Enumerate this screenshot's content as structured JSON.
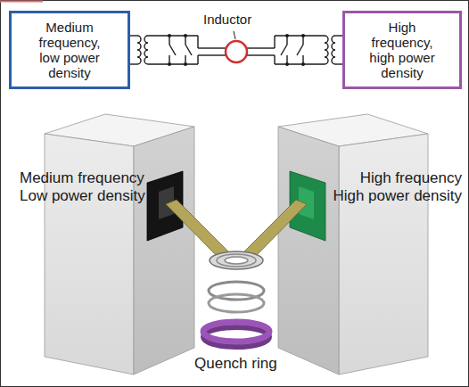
{
  "diagram": {
    "nodes": [
      {
        "text": [
          "Medium frequency, low power density"
        ]
      },
      {
        "text": [
          "High frequency, high power density"
        ]
      }
    ],
    "labels": [
      "Inductor",
      "Medium frequency Low power density",
      "High frequency High power density",
      "Quench ring"
    ]
  }
}
